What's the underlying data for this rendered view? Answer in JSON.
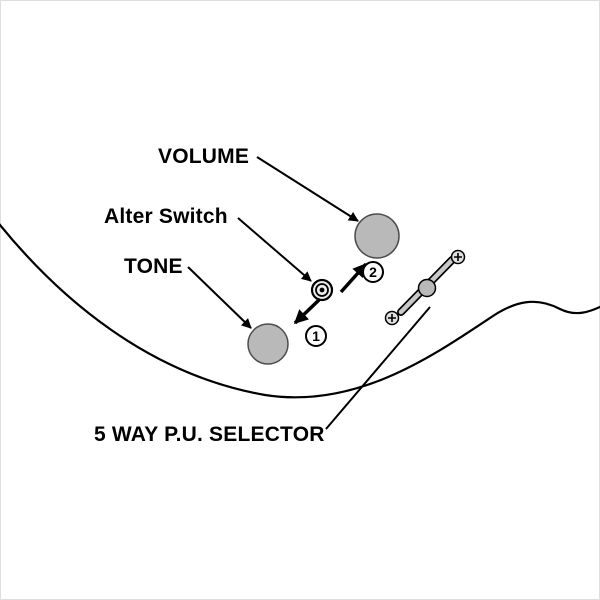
{
  "diagram": {
    "labels": {
      "volume": "VOLUME",
      "alter_switch": "Alter Switch",
      "tone": "TONE",
      "selector": "5 WAY P.U. SELECTOR"
    },
    "markers": {
      "one": "1",
      "two": "2"
    },
    "colors": {
      "background": "#ffffff",
      "line": "#000000",
      "knob_fill": "#b9b9b9",
      "switch_fill": "#ededed",
      "lever_fill": "#c8c8c8",
      "screw_fill": "#e0e0e0"
    }
  }
}
